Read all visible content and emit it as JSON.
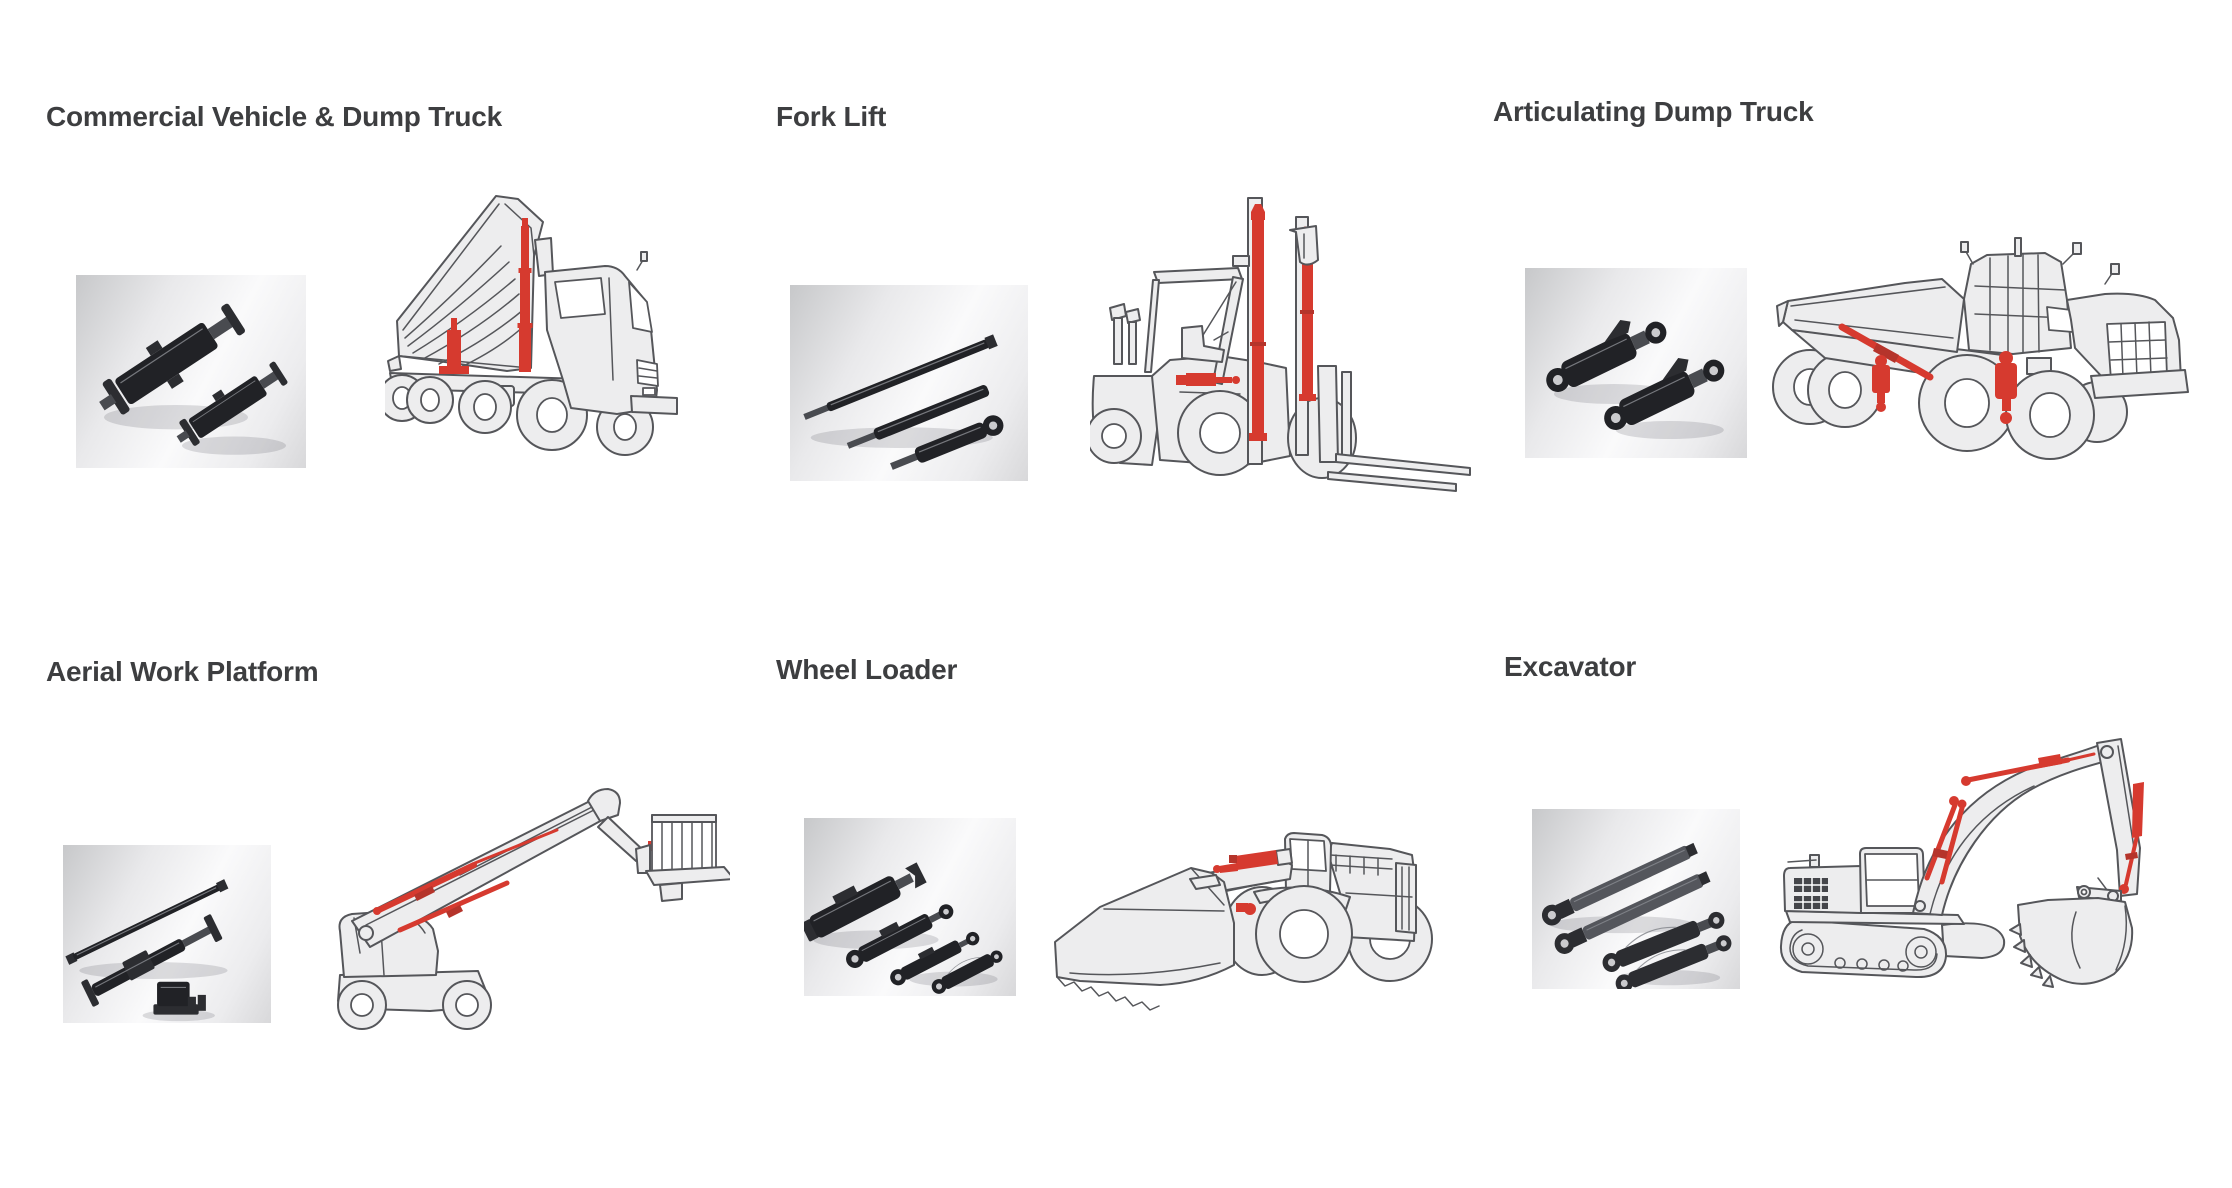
{
  "colors": {
    "background": "#ffffff",
    "title_text": "#3d3e40",
    "line_art_stroke": "#55565a",
    "line_art_fill": "#ededee",
    "highlight_red": "#d63a2f"
  },
  "categories": [
    {
      "title": "Commercial Vehicle & Dump Truck",
      "photo": "dump-hoist-cylinders-photo",
      "illustration": "dump-truck-line-art"
    },
    {
      "title": "Fork Lift",
      "photo": "forklift-mast-cylinders-photo",
      "illustration": "forklift-line-art"
    },
    {
      "title": "Articulating Dump Truck",
      "photo": "suspension-cylinders-photo",
      "illustration": "articulated-dump-truck-line-art"
    },
    {
      "title": "Aerial Work Platform",
      "photo": "platform-boom-cylinders-photo",
      "illustration": "boom-lift-line-art"
    },
    {
      "title": "Wheel Loader",
      "photo": "loader-cylinders-photo",
      "illustration": "wheel-loader-line-art"
    },
    {
      "title": "Excavator",
      "photo": "excavator-cylinders-photo",
      "illustration": "excavator-line-art"
    }
  ]
}
